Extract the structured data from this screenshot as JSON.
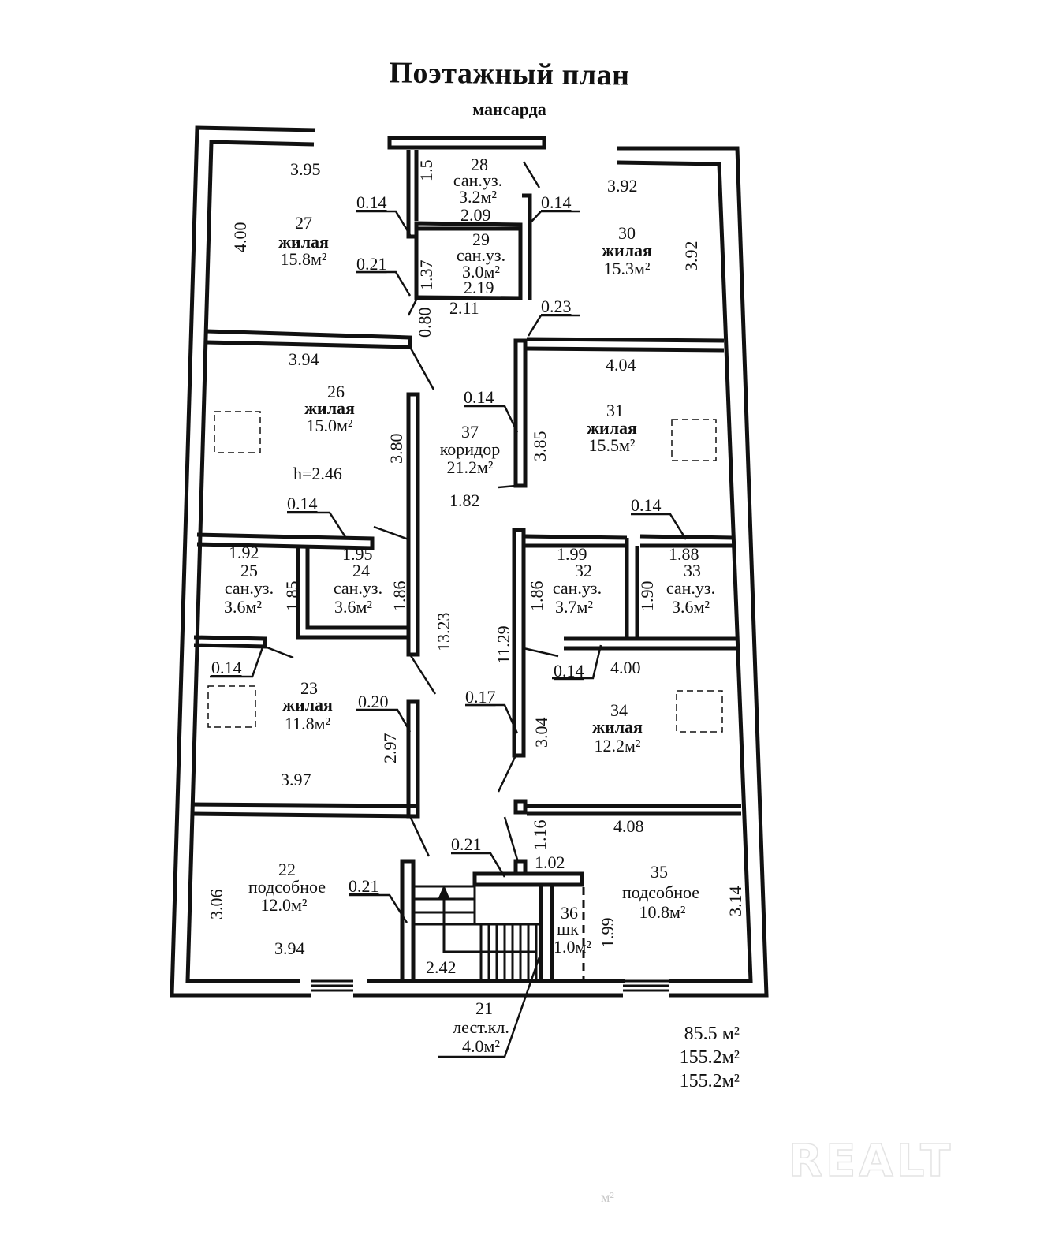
{
  "header": {
    "title": "Поэтажный план",
    "subtitle": "мансарда"
  },
  "rooms": [
    {
      "no": "27",
      "type": "жилая",
      "area": "15.8м²"
    },
    {
      "no": "28",
      "type": "сан.уз.",
      "area": "3.2м²"
    },
    {
      "no": "29",
      "type": "сан.уз.",
      "area": "3.0м²"
    },
    {
      "no": "30",
      "type": "жилая",
      "area": "15.3м²"
    },
    {
      "no": "26",
      "type": "жилая",
      "area": "15.0м²"
    },
    {
      "no": "37",
      "type": "коридор",
      "area": "21.2м²"
    },
    {
      "no": "31",
      "type": "жилая",
      "area": "15.5м²"
    },
    {
      "no": "25",
      "type": "сан.уз.",
      "area": "3.6м²"
    },
    {
      "no": "24",
      "type": "сан.уз.",
      "area": "3.6м²"
    },
    {
      "no": "32",
      "type": "сан.уз.",
      "area": "3.7м²"
    },
    {
      "no": "33",
      "type": "сан.уз.",
      "area": "3.6м²"
    },
    {
      "no": "23",
      "type": "жилая",
      "area": "11.8м²"
    },
    {
      "no": "34",
      "type": "жилая",
      "area": "12.2м²"
    },
    {
      "no": "22",
      "type": "подсобное",
      "area": "12.0м²"
    },
    {
      "no": "35",
      "type": "подсобное",
      "area": "10.8м²"
    },
    {
      "no": "36",
      "type": "шк",
      "area": "1.0м²"
    },
    {
      "no": "21",
      "type": "лест.кл.",
      "area": "4.0м²"
    }
  ],
  "dimensions": {
    "d_395": "3.95",
    "d_400a": "4.00",
    "d_15": "1.5",
    "d_209": "2.09",
    "d_014a": "0.14",
    "d_014b": "0.14",
    "d_021a": "0.21",
    "d_137": "1.37",
    "d_219": "2.19",
    "d_080": "0.80",
    "d_211": "2.11",
    "d_392a": "3.92",
    "d_392b": "3.92",
    "d_023": "0.23",
    "d_394a": "3.94",
    "d_380": "3.80",
    "d_014c": "0.14",
    "d_385": "3.85",
    "d_404": "4.04",
    "h": "h=2.46",
    "d_182": "1.82",
    "d_014d": "0.14",
    "d_014e": "0.14",
    "d_192": "1.92",
    "d_195": "1.95",
    "d_185": "1.85",
    "d_186a": "1.86",
    "d_199a": "1.99",
    "d_188": "1.88",
    "d_186b": "1.86",
    "d_190": "1.90",
    "d_1323": "13.23",
    "d_1129": "11.29",
    "d_014f": "0.14",
    "d_014g": "0.14",
    "d_400b": "4.00",
    "d_020": "0.20",
    "d_297": "2.97",
    "d_397": "3.97",
    "d_017": "0.17",
    "d_304": "3.04",
    "d_408": "4.08",
    "d_116": "1.16",
    "d_021b": "0.21",
    "d_021c": "0.21",
    "d_102": "1.02",
    "d_306": "3.06",
    "d_394b": "3.94",
    "d_242": "2.42",
    "d_199b": "1.99",
    "d_314": "3.14"
  },
  "totals": [
    "85.5 м²",
    "155.2м²",
    "155.2м²"
  ],
  "watermark": "REALT",
  "footer_mark": "м²"
}
